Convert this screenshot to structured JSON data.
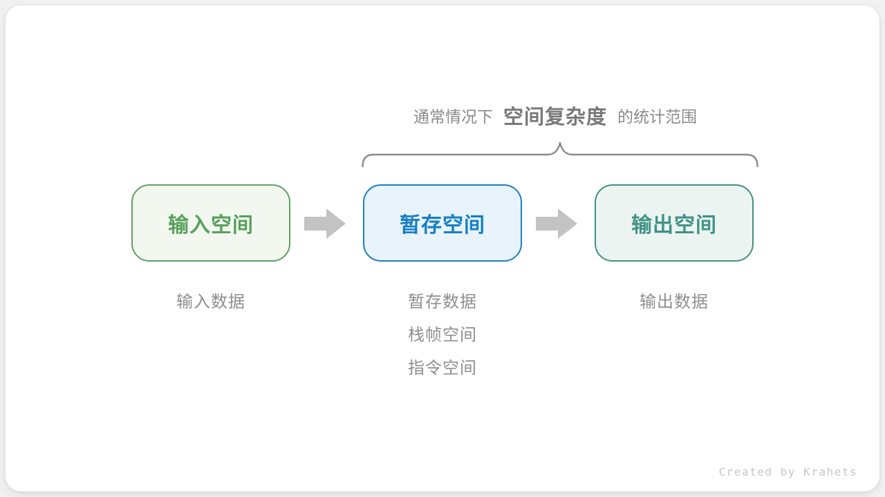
{
  "canvas": {
    "background": "#f1f1f1",
    "card_background": "#ffffff"
  },
  "title": {
    "prefix": "通常情况下",
    "highlight": "空间复杂度",
    "suffix": "的统计范围",
    "color": "#8a8a8a",
    "highlight_color": "#787878"
  },
  "brace": {
    "color": "#8a8a8a"
  },
  "arrows": {
    "color": "#c3c3c3"
  },
  "boxes": [
    {
      "id": "input-space",
      "label": "输入空间",
      "text_color": "#57a05b",
      "border_color": "#5f9f63",
      "bg_color": "#f2f8f0"
    },
    {
      "id": "temp-space",
      "label": "暂存空间",
      "text_color": "#157fc4",
      "border_color": "#1a7ec3",
      "bg_color": "#e9f3fb"
    },
    {
      "id": "output-space",
      "label": "输出空间",
      "text_color": "#3f9385",
      "border_color": "#40917f",
      "bg_color": "#ecf4f2"
    }
  ],
  "columns": [
    {
      "labels": [
        "输入数据"
      ]
    },
    {
      "labels": [
        "暂存数据",
        "栈帧空间",
        "指令空间"
      ]
    },
    {
      "labels": [
        "输出数据"
      ]
    }
  ],
  "labels_color": "#8e8e8e",
  "footer": {
    "credit": "Created by Krahets",
    "color": "#c6c6c6"
  }
}
